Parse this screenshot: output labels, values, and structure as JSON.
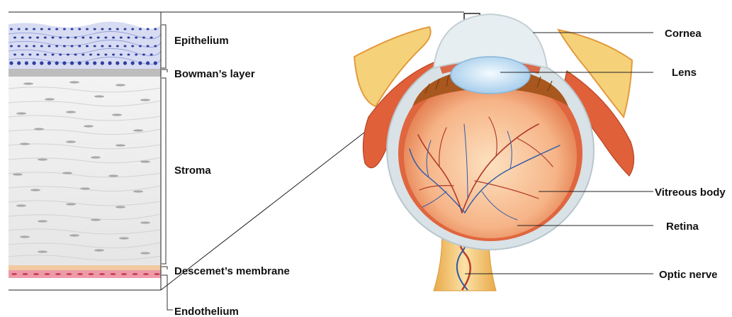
{
  "cornea_layers": {
    "epithelium": "Epithelium",
    "bowmans_layer": "Bowman’s layer",
    "stroma": "Stroma",
    "descemets_membrane": "Descemet’s membrane",
    "endothelium": "Endothelium"
  },
  "eye_parts": {
    "cornea": "Cornea",
    "lens": "Lens",
    "vitreous_body": "Vitreous body",
    "retina": "Retina",
    "optic_nerve": "Optic nerve"
  },
  "colors": {
    "epithelium": "#3a4fb0",
    "stroma": "#ececec",
    "descemet": "#f2c9a0",
    "endothelium": "#e88a9a",
    "sclera": "#d9e2e6",
    "vitreous": "#f4b07a",
    "lens": "#c9e4f7",
    "muscle": "#f5d27a",
    "optic_nerve": "#f4c978"
  }
}
